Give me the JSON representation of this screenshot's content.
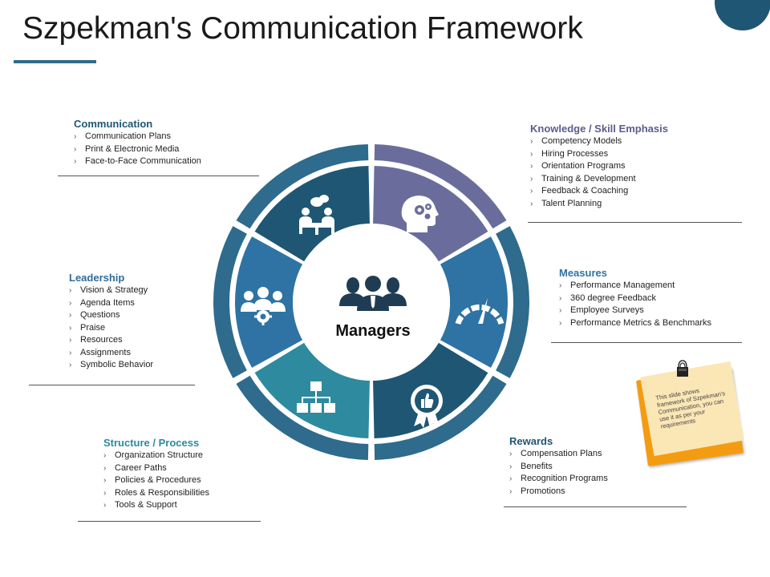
{
  "title": "Szpekman's Communication Framework",
  "center_label": "Managers",
  "colors": {
    "dark_navy": "#1f5673",
    "purple": "#6a6d9c",
    "mid_blue": "#2e73a3",
    "teal": "#2e8a9e",
    "outer_ring": "#2e6b8c",
    "note_orange": "#f39c12"
  },
  "sections": {
    "communication": {
      "heading": "Communication",
      "items": [
        "Communication Plans",
        "Print & Electronic Media",
        "Face-to-Face Communication"
      ]
    },
    "knowledge": {
      "heading": "Knowledge / Skill Emphasis",
      "items": [
        "Competency Models",
        "Hiring Processes",
        "Orientation Programs",
        "Training & Development",
        "Feedback & Coaching",
        "Talent Planning"
      ]
    },
    "leadership": {
      "heading": "Leadership",
      "items": [
        "Vision & Strategy",
        "Agenda Items",
        "Questions",
        "Praise",
        "Resources",
        "Assignments",
        "Symbolic Behavior"
      ]
    },
    "measures": {
      "heading": "Measures",
      "items": [
        "Performance Management",
        "360 degree Feedback",
        "Employee Surveys",
        "Performance Metrics & Benchmarks"
      ]
    },
    "structure": {
      "heading": "Structure / Process",
      "items": [
        "Organization Structure",
        "Career Paths",
        "Policies & Procedures",
        "Roles & Responsibilities",
        "Tools & Support"
      ]
    },
    "rewards": {
      "heading": "Rewards",
      "items": [
        "Compensation Plans",
        "Benefits",
        "Recognition Programs",
        "Promotions"
      ]
    }
  },
  "note": {
    "text": "This slide shows framework of Szpekman's Communication, you can use it as per your requirements"
  },
  "icons": {
    "communication": "meeting-icon",
    "knowledge": "brain-gears-icon",
    "measures": "gauge-icon",
    "rewards": "award-badge-icon",
    "structure": "org-chart-icon",
    "leadership": "team-gear-icon",
    "center": "managers-group-icon"
  },
  "chevron": "›"
}
